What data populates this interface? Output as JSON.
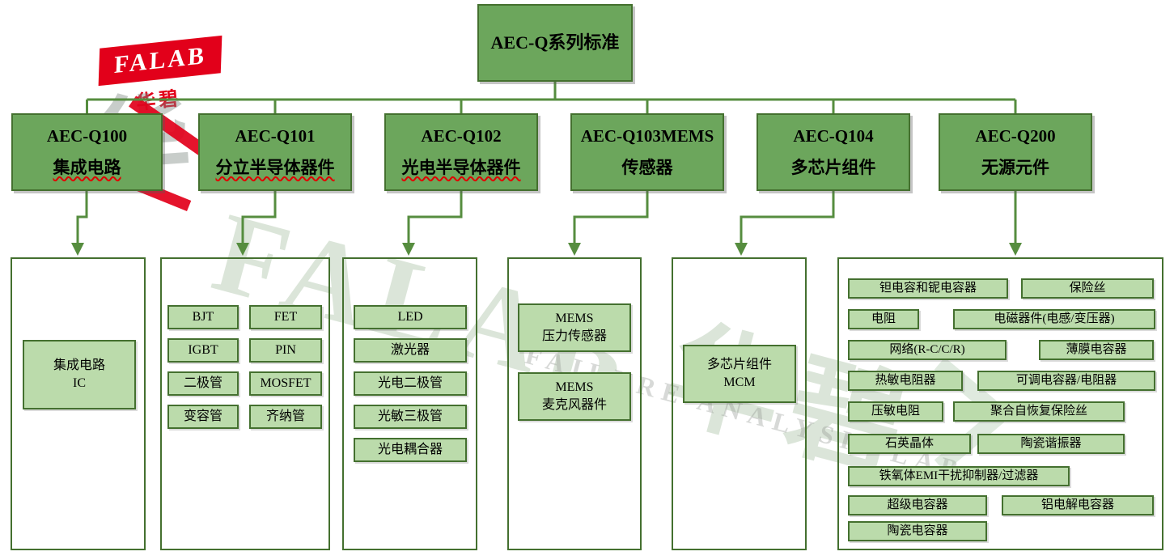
{
  "root": {
    "label": "AEC-Q系列标准"
  },
  "branches": [
    {
      "code": "AEC-Q100",
      "name": "集成电路"
    },
    {
      "code": "AEC-Q101",
      "name": "分立半导体器件"
    },
    {
      "code": "AEC-Q102",
      "name": "光电半导体器件"
    },
    {
      "code": "AEC-Q103MEMS",
      "name": "传感器"
    },
    {
      "code": "AEC-Q104",
      "name": "多芯片组件"
    },
    {
      "code": "AEC-Q200",
      "name": "无源元件"
    }
  ],
  "q100": [
    "集成电路\nIC"
  ],
  "q101": [
    "BJT",
    "FET",
    "IGBT",
    "PIN",
    "二极管",
    "MOSFET",
    "变容管",
    "齐纳管"
  ],
  "q102": [
    "LED",
    "激光器",
    "光电二极管",
    "光敏三极管",
    "光电耦合器"
  ],
  "q103": [
    "MEMS\n压力传感器",
    "MEMS\n麦克风器件"
  ],
  "q104": [
    "多芯片组件\nMCM"
  ],
  "q200": [
    "钽电容和铌电容器",
    "保险丝",
    "电阻",
    "电磁器件(电感/变压器)",
    "网络(R-C/C/R)",
    "薄膜电容器",
    "热敏电阻器",
    "可调电容器/电阻器",
    "压敏电阻",
    "聚合自恢复保险丝",
    "石英晶体",
    "陶瓷谐振器",
    "铁氧体EMI干扰抑制器/过滤器",
    "超级电容器",
    "铝电解电容器",
    "陶瓷电容器"
  ],
  "watermark": {
    "logo_text": "FALAB",
    "logo_cn": "华碧",
    "logo_glyph": "华",
    "big_text": "FALAB 华碧",
    "sub_text": "FAILURE ANALYSIS LAB"
  },
  "colors": {
    "node_fill": "#6CA65C",
    "node_border": "#44702F",
    "item_fill": "#BBDBAB",
    "line": "#568D3F",
    "logo_red": "#E2001A"
  }
}
